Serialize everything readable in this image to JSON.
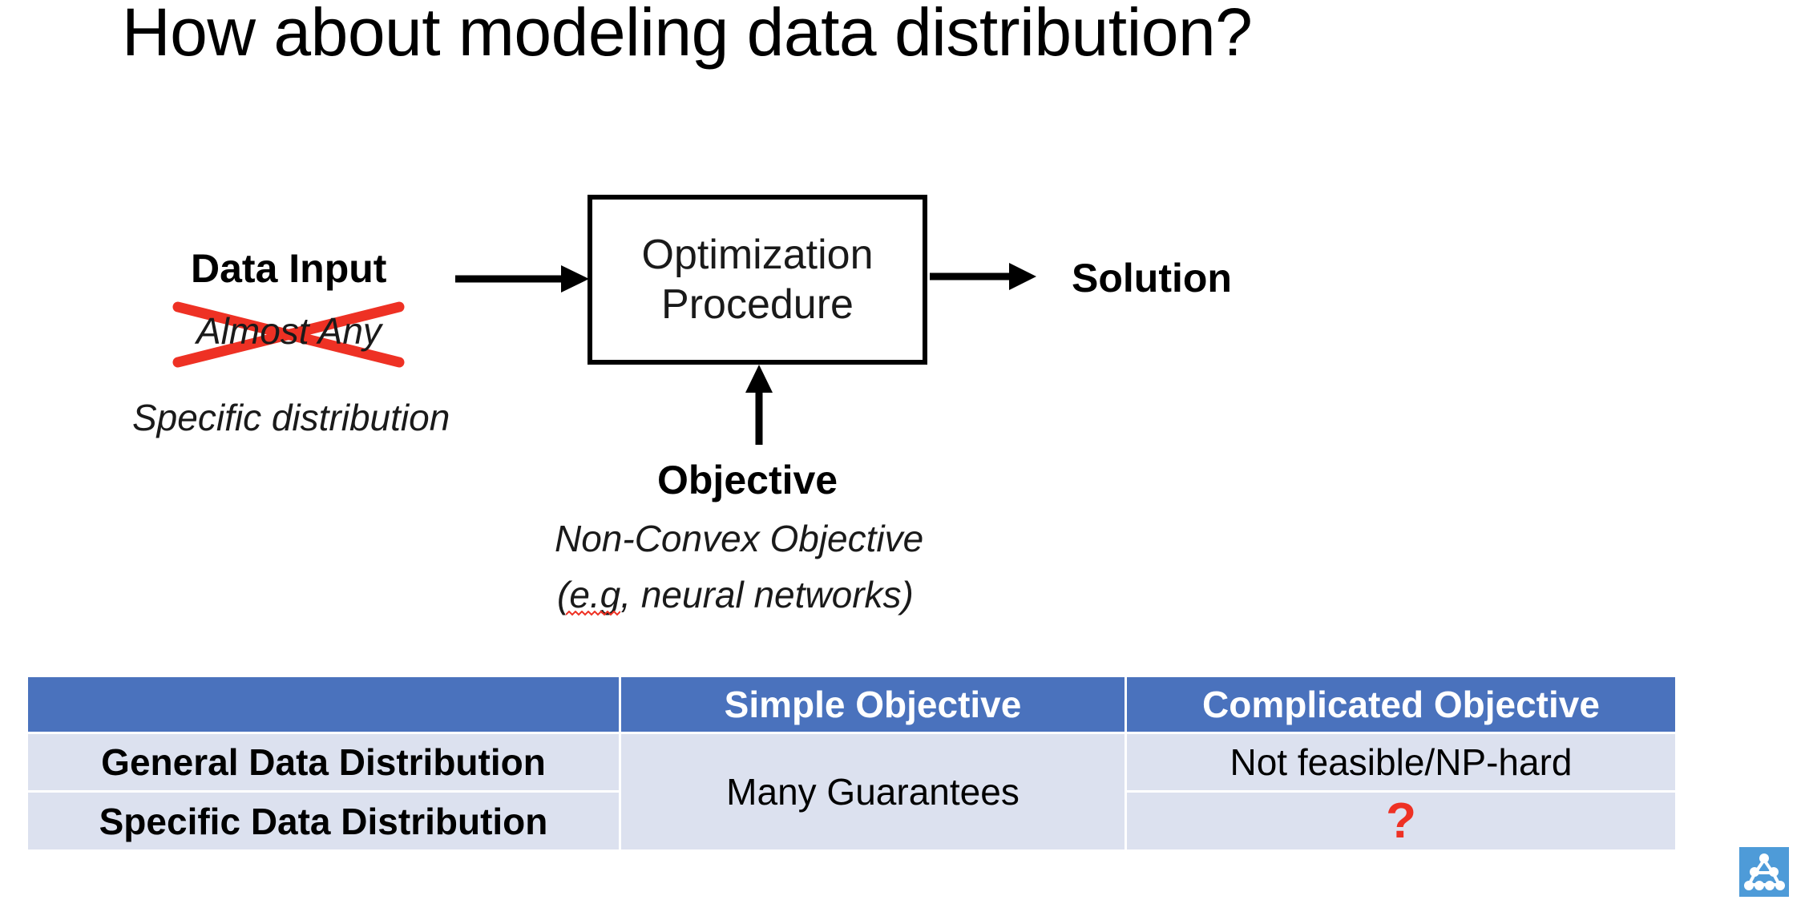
{
  "slide": {
    "title": "How about modeling data distribution?",
    "background_color": "#ffffff"
  },
  "diagram": {
    "data_input_label": "Data Input",
    "almost_any_label": "Almost Any",
    "almost_any_struck_through": true,
    "specific_distribution_label": "Specific distribution",
    "optimization_box": {
      "line1": "Optimization",
      "line2": "Procedure"
    },
    "solution_label": "Solution",
    "objective_label": "Objective",
    "objective_detail_line1": "Non-Convex Objective",
    "objective_detail_line2": "(e.g, neural networks)",
    "strikethrough_color": "#ee3124",
    "arrow_color": "#000000",
    "spellcheck_underline_color": "#ee3124"
  },
  "table": {
    "header_color": "#4a72bd",
    "header_text_color": "#ffffff",
    "body_color": "#dce1ef",
    "accent_color": "#ee3124",
    "columns": [
      "",
      "Simple Objective",
      "Complicated Objective"
    ],
    "rows": [
      {
        "row_header": "General Data Distribution",
        "simple_objective": "Many Guarantees",
        "complicated_objective": "Not feasible/NP-hard"
      },
      {
        "row_header": "Specific Data Distribution",
        "simple_objective": "",
        "complicated_objective": "?"
      }
    ],
    "merged_simple_objective_value": "Many Guarantees"
  },
  "logo": {
    "name": "network-triangle-logo",
    "background_color": "#4e9bd8",
    "node_color": "#ffffff"
  }
}
